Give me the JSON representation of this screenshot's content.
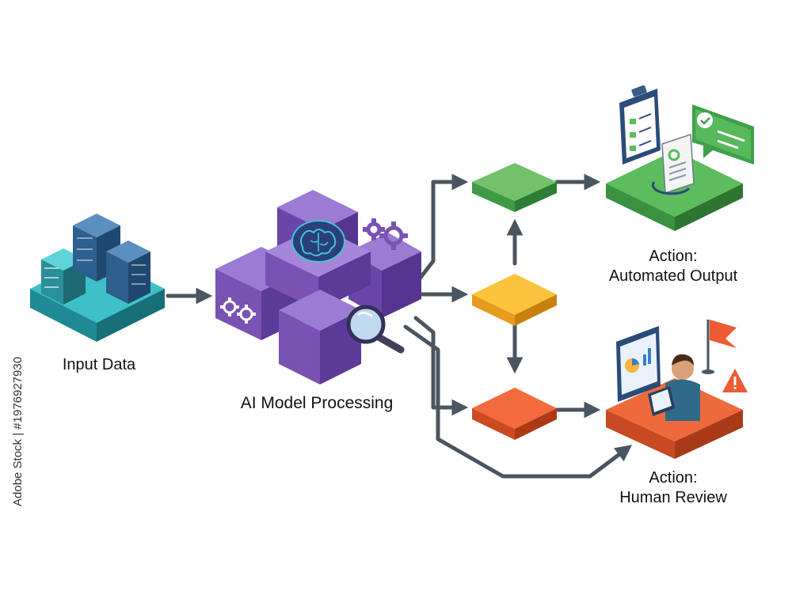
{
  "labels": {
    "input_data": "Input Data",
    "ai_model": "AI Model Processing",
    "auto_line1": "Action:",
    "auto_line2": "Automated Output",
    "human_line1": "Action:",
    "human_line2": "Human Review"
  },
  "watermark": {
    "stock_id": "Adobe Stock | #1976927930"
  },
  "colors": {
    "arrow": "#4a5560",
    "green": "#5cb85c",
    "yellow": "#f4b63a",
    "orange": "#ee6a3c",
    "purple": "#7a52b3",
    "teal": "#2aa7b0"
  }
}
